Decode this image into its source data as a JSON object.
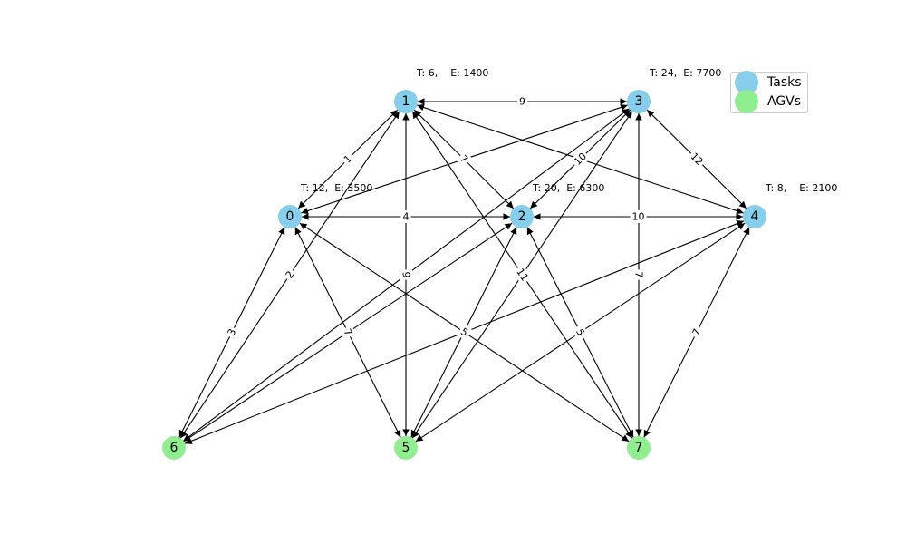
{
  "colors": {
    "task": "#87ceeb",
    "agv": "#90ee90",
    "edge": "#000000"
  },
  "legend": {
    "items": [
      {
        "label": "Tasks",
        "color": "#87ceeb"
      },
      {
        "label": "AGVs",
        "color": "#90ee90"
      }
    ]
  },
  "nodes": [
    {
      "id": "0",
      "kind": "task",
      "info": "T: 12,  E: 3500"
    },
    {
      "id": "1",
      "kind": "task",
      "info": "T: 6,    E: 1400"
    },
    {
      "id": "2",
      "kind": "task",
      "info": "T: 20,  E: 6300"
    },
    {
      "id": "3",
      "kind": "task",
      "info": "T: 24,  E: 7700"
    },
    {
      "id": "4",
      "kind": "task",
      "info": "T: 8,    E: 2100"
    },
    {
      "id": "5",
      "kind": "agv",
      "info": ""
    },
    {
      "id": "6",
      "kind": "agv",
      "info": ""
    },
    {
      "id": "7",
      "kind": "agv",
      "info": ""
    }
  ],
  "edges": [
    {
      "from": "1",
      "to": "3",
      "label": "9"
    },
    {
      "from": "0",
      "to": "2",
      "label": "4"
    },
    {
      "from": "2",
      "to": "4",
      "label": "10"
    },
    {
      "from": "0",
      "to": "1",
      "label": "1"
    },
    {
      "from": "1",
      "to": "2",
      "label": "7"
    },
    {
      "from": "2",
      "to": "3",
      "label": "10"
    },
    {
      "from": "3",
      "to": "4",
      "label": "12"
    },
    {
      "from": "0",
      "to": "3",
      "label": ""
    },
    {
      "from": "1",
      "to": "4",
      "label": ""
    },
    {
      "from": "0",
      "to": "6",
      "label": "3"
    },
    {
      "from": "6",
      "to": "1",
      "label": "2"
    },
    {
      "from": "6",
      "to": "2",
      "label": ""
    },
    {
      "from": "6",
      "to": "3",
      "label": ""
    },
    {
      "from": "6",
      "to": "4",
      "label": ""
    },
    {
      "from": "0",
      "to": "5",
      "label": "7"
    },
    {
      "from": "1",
      "to": "5",
      "label": "9"
    },
    {
      "from": "2",
      "to": "5",
      "label": ""
    },
    {
      "from": "3",
      "to": "5",
      "label": ""
    },
    {
      "from": "4",
      "to": "5",
      "label": "5"
    },
    {
      "from": "0",
      "to": "7",
      "label": "5"
    },
    {
      "from": "1",
      "to": "7",
      "label": "11"
    },
    {
      "from": "2",
      "to": "7",
      "label": "5"
    },
    {
      "from": "3",
      "to": "7",
      "label": "7"
    },
    {
      "from": "4",
      "to": "7",
      "label": "7"
    }
  ]
}
